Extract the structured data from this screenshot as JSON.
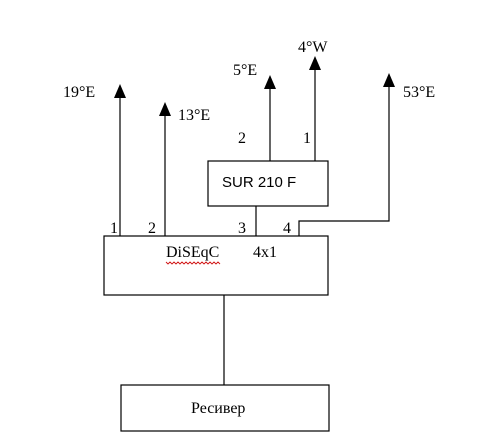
{
  "diagram": {
    "satellites": {
      "s19e": "19°E",
      "s13e": "13°E",
      "s5e": "5°E",
      "s4w": "4°W",
      "s53e": "53°E"
    },
    "sur_box": {
      "label": "SUR 210 F",
      "port_2": "2",
      "port_1": "1"
    },
    "diseqc_box": {
      "label_main": "DiSEqC",
      "label_suffix": "4x1",
      "port_1": "1",
      "port_2": "2",
      "port_3": "3",
      "port_4": "4"
    },
    "receiver_box": {
      "label": "Ресивер"
    },
    "colors": {
      "lines": "#000000",
      "background": "#ffffff",
      "spellcheck_underline": "#d01010"
    }
  }
}
